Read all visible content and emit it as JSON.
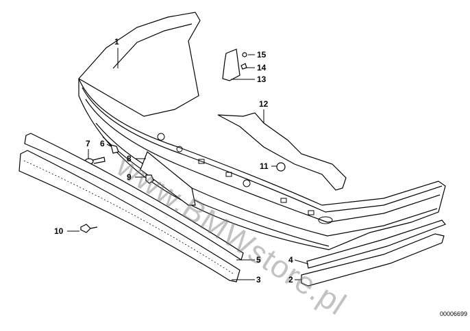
{
  "diagram": {
    "callouts": [
      {
        "id": "1",
        "text": "1"
      },
      {
        "id": "2",
        "text": "2"
      },
      {
        "id": "3",
        "text": "3"
      },
      {
        "id": "4",
        "text": "4"
      },
      {
        "id": "5",
        "text": "5"
      },
      {
        "id": "6",
        "text": "6"
      },
      {
        "id": "7",
        "text": "7"
      },
      {
        "id": "8",
        "text": "8"
      },
      {
        "id": "9",
        "text": "9"
      },
      {
        "id": "10",
        "text": "10"
      },
      {
        "id": "11",
        "text": "11"
      },
      {
        "id": "12",
        "text": "12"
      },
      {
        "id": "13",
        "text": "13"
      },
      {
        "id": "14",
        "text": "14"
      },
      {
        "id": "15",
        "text": "15"
      }
    ],
    "watermark": "www.BMWstore.pl",
    "reference_number": "00006699"
  }
}
